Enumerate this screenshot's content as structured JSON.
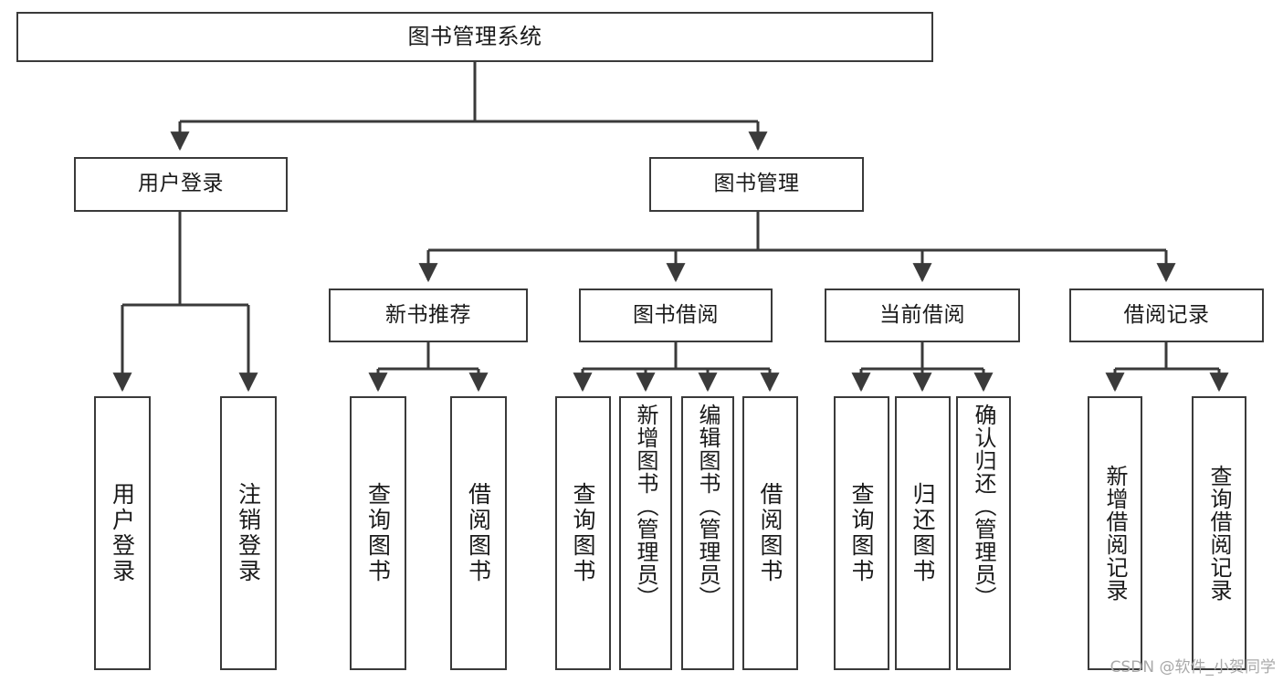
{
  "diagram": {
    "title": "图书管理系统",
    "watermark": "CSDN @软件_小贺同学",
    "line_color": "#3a3a3a",
    "box_fill": "#ffffff",
    "text_color": "#1a1a1a",
    "watermark_color": "#a9a9a9",
    "root": {
      "label": "图书管理系统"
    },
    "level1": [
      {
        "label": "用户登录"
      },
      {
        "label": "图书管理"
      }
    ],
    "level2": [
      {
        "label": "新书推荐"
      },
      {
        "label": "图书借阅"
      },
      {
        "label": "当前借阅"
      },
      {
        "label": "借阅记录"
      }
    ],
    "leaves": {
      "user_login": [
        {
          "label": "用户登录"
        },
        {
          "label": "注销登录"
        }
      ],
      "new_book_recommend": [
        {
          "label": "查询图书"
        },
        {
          "label": "借阅图书"
        }
      ],
      "book_borrow": [
        {
          "label": "查询图书"
        },
        {
          "label": "新增图书（管理员）"
        },
        {
          "label": "编辑图书（管理员）"
        },
        {
          "label": "借阅图书"
        }
      ],
      "current_borrow": [
        {
          "label": "查询图书"
        },
        {
          "label": "归还图书"
        },
        {
          "label": "确认归还（管理员）"
        }
      ],
      "borrow_record": [
        {
          "label": "新增借阅记录"
        },
        {
          "label": "查询借阅记录"
        }
      ]
    }
  }
}
